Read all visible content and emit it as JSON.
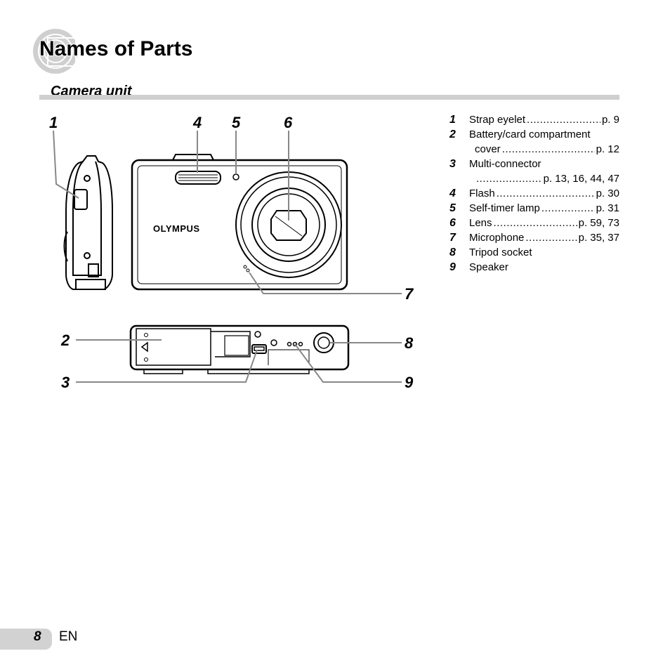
{
  "page": {
    "title": "Names of Parts",
    "section": "Camera unit"
  },
  "diagram": {
    "brand": "OLYMPUS",
    "callouts": [
      "1",
      "4",
      "5",
      "6",
      "7",
      "2",
      "3",
      "8",
      "9"
    ]
  },
  "parts": [
    {
      "num": "1",
      "label": "Strap eyelet",
      "page": "p. 9"
    },
    {
      "num": "2",
      "label": "Battery/card compartment"
    },
    {
      "num": "",
      "label": "cover",
      "page": "p. 12"
    },
    {
      "num": "3",
      "label": "Multi-connector"
    },
    {
      "num": "",
      "label": "",
      "page": "p. 13, 16, 44, 47"
    },
    {
      "num": "4",
      "label": "Flash",
      "page": "p. 30"
    },
    {
      "num": "5",
      "label": "Self-timer lamp",
      "page": "p. 31"
    },
    {
      "num": "6",
      "label": "Lens",
      "page": "p. 59, 73"
    },
    {
      "num": "7",
      "label": "Microphone",
      "page": "p. 35, 37"
    },
    {
      "num": "8",
      "label": "Tripod socket"
    },
    {
      "num": "9",
      "label": "Speaker"
    }
  ],
  "footer": {
    "page_number": "8",
    "language": "EN"
  },
  "colors": {
    "rule": "#cfcfcf",
    "tab": "#d2d2d2",
    "leader": "#888888"
  }
}
